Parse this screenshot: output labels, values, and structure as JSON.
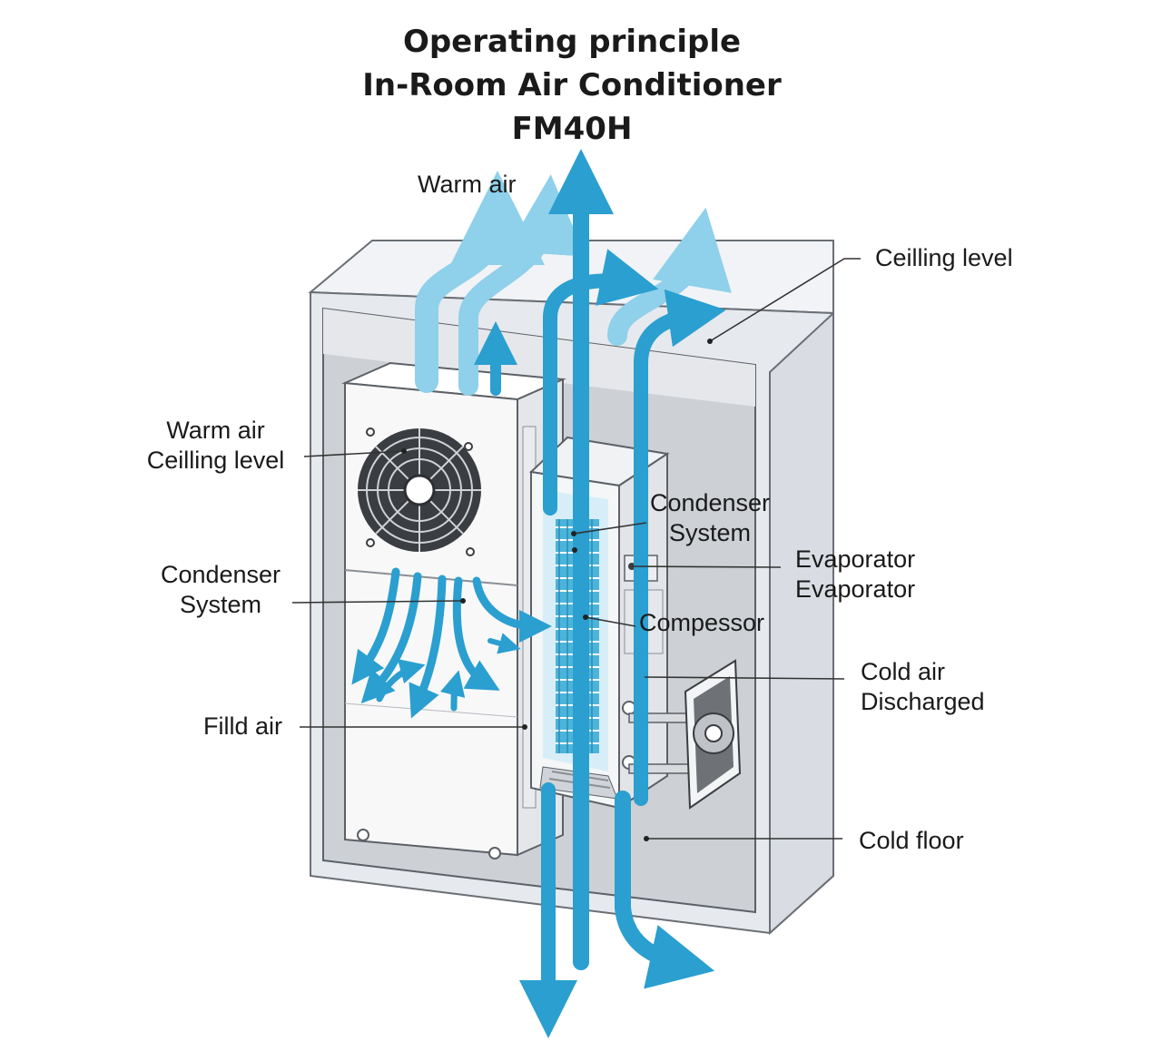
{
  "title": {
    "line1": "Operating principle",
    "line2": "In-Room Air Conditioner",
    "line3": "FM40H"
  },
  "labels": {
    "warm_air_top": "Warm air",
    "ceiling_level_right": "Ceilling level",
    "warm_air_left_1": "Warm air",
    "warm_air_left_2": "Ceilling level",
    "condenser_left_1": "Condenser",
    "condenser_left_2": "System",
    "filld_air": "Filld air",
    "condenser_center_1": "Condenser",
    "condenser_center_2": "System",
    "evaporator_1": "Evaporator",
    "evaporator_2": "Evaporator",
    "compressor": "Compessor",
    "cold_air_1": "Cold air",
    "cold_air_2": "Discharged",
    "cold_floor": "Cold floor"
  },
  "colors": {
    "airflow_blue": "#2a9fd0",
    "airflow_light": "#8fd0ea",
    "cabinet_wall": "#e4e8ee",
    "cabinet_inner": "#cfd2d6",
    "unit_white": "#f7f7f8",
    "outline": "#555a60"
  }
}
